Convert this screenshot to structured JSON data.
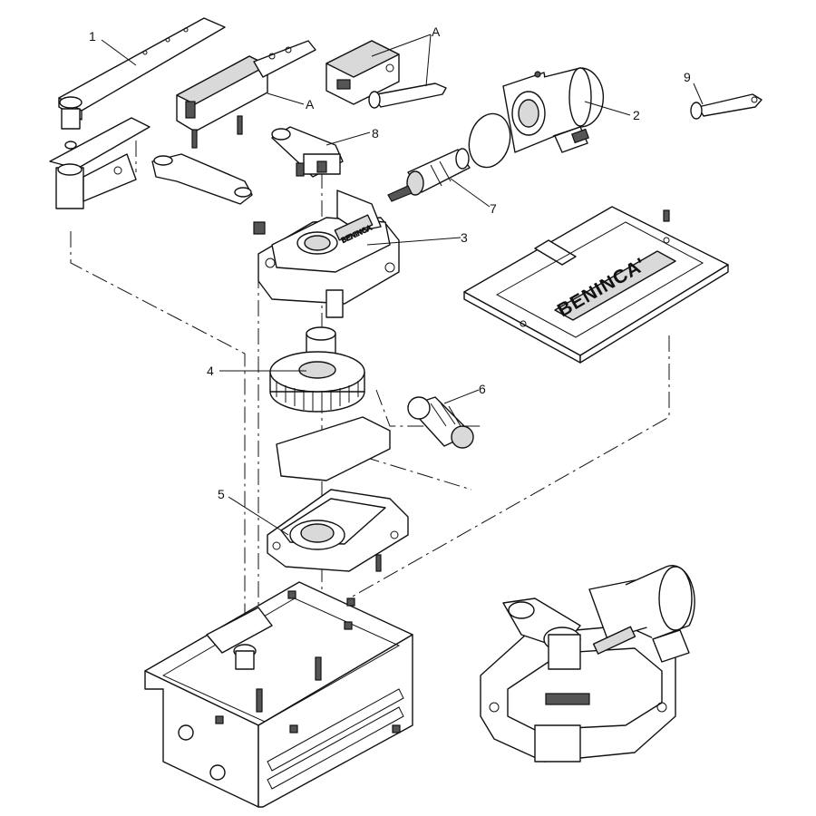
{
  "callouts": {
    "c1": "1",
    "c2": "2",
    "c3": "3",
    "c4": "4",
    "c5": "5",
    "c6": "6",
    "c7": "7",
    "c8": "8",
    "c9": "9",
    "cA1": "A",
    "cA2": "A"
  },
  "brand": "BENINCA'"
}
